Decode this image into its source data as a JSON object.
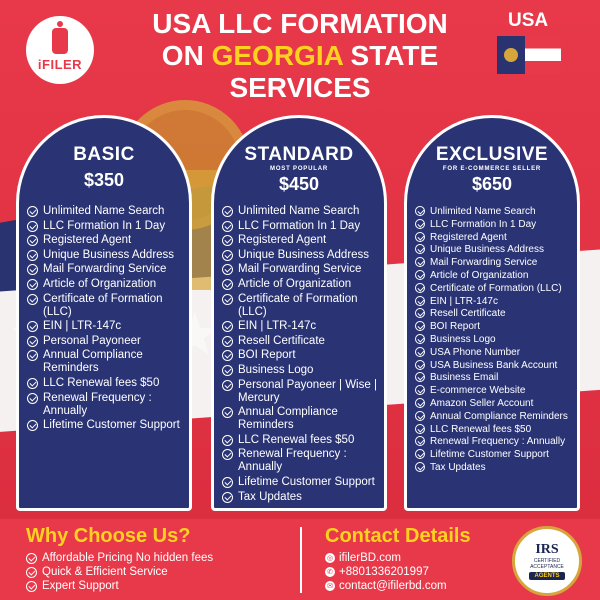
{
  "brand": {
    "name": "iFILER"
  },
  "header": {
    "title_line1": "USA LLC FORMATION",
    "title_on": "ON ",
    "title_highlight": "GEORGIA",
    "title_state": " STATE",
    "title_line3": "SERVICES",
    "country_label": "USA",
    "flag_icon": "georgia-flag-icon"
  },
  "plans": [
    {
      "name": "BASIC",
      "tag": "",
      "price": "$350",
      "features": [
        "Unlimited Name Search",
        "LLC Formation In 1 Day",
        "Registered Agent",
        "Unique Business Address",
        "Mail Forwarding Service",
        "Article of Organization",
        "Certificate of Formation (LLC)",
        "EIN | LTR-147c",
        "Personal Payoneer",
        "Annual Compliance Reminders",
        "LLC Renewal fees $50",
        "Renewal Frequency : Annually",
        "Lifetime Customer Support"
      ]
    },
    {
      "name": "STANDARD",
      "tag": "MOST POPULAR",
      "price": "$450",
      "features": [
        "Unlimited Name Search",
        "LLC Formation In 1 Day",
        "Registered Agent",
        "Unique Business Address",
        "Mail Forwarding Service",
        "Article of Organization",
        "Certificate of Formation (LLC)",
        "EIN | LTR-147c",
        "Resell Certificate",
        "BOI Report",
        "Business Logo",
        "Personal Payoneer | Wise | Mercury",
        "Annual Compliance Reminders",
        "LLC Renewal fees $50",
        "Renewal Frequency : Annually",
        "Lifetime Customer Support",
        "Tax Updates"
      ]
    },
    {
      "name": "EXCLUSIVE",
      "tag": "FOR E-COMMERCE SELLER",
      "price": "$650",
      "features": [
        "Unlimited Name Search",
        "LLC Formation In 1 Day",
        "Registered Agent",
        "Unique Business Address",
        "Mail Forwarding Service",
        "Article of Organization",
        "Certificate of Formation (LLC)",
        "EIN | LTR-147c",
        "Resell Certificate",
        "BOI Report",
        "Business Logo",
        "USA Phone Number",
        "USA Business Bank Account",
        "Business Email",
        "E-commerce Website",
        "Amazon Seller Account",
        "Annual Compliance Reminders",
        "LLC Renewal fees $50",
        "Renewal Frequency : Annually",
        "Lifetime Customer Support",
        "Tax Updates"
      ]
    }
  ],
  "why": {
    "title": "Why Choose Us?",
    "items": [
      "Affordable Pricing No hidden fees",
      "Quick & Efficient Service",
      "Expert Support"
    ]
  },
  "contact": {
    "title": "Contact Details",
    "items": [
      {
        "icon": "globe-icon",
        "text": "ifilerBD.com"
      },
      {
        "icon": "phone-icon",
        "text": "+8801336201997"
      },
      {
        "icon": "email-icon",
        "text": "contact@ifilerbd.com"
      }
    ]
  },
  "badge": {
    "logo": "IRS",
    "line1": "CERTIFIED",
    "line2": "ACCEPTANCE",
    "ribbon": "AGENTS"
  },
  "colors": {
    "red": "#e8394a",
    "navy": "#2a3475",
    "yellow": "#ffd21f",
    "gold": "#d6a53c"
  }
}
